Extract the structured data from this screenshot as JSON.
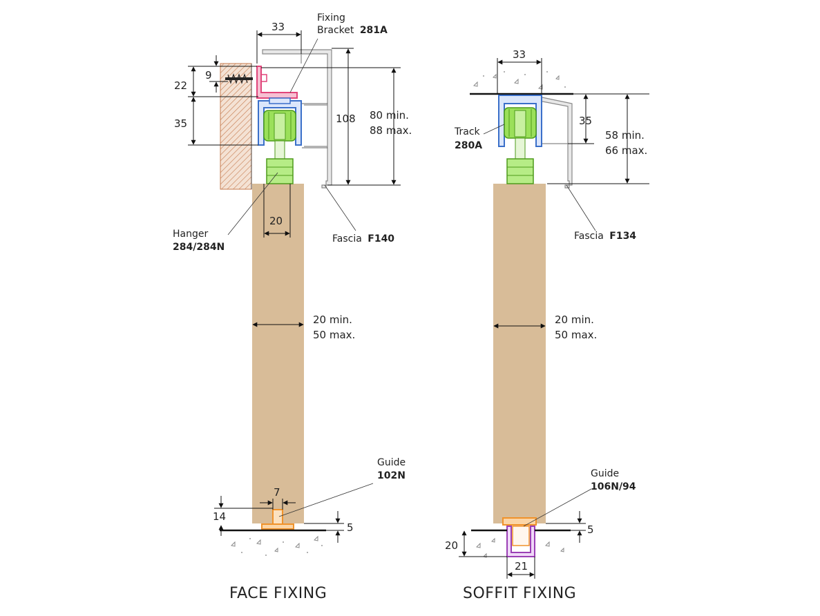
{
  "captions": {
    "face": "FACE FIXING",
    "soffit": "SOFFIT FIXING"
  },
  "face": {
    "bracket_label": "Fixing",
    "bracket_label2": "Bracket",
    "bracket_code": "281A",
    "hanger_label": "Hanger",
    "hanger_code": "284/284N",
    "fascia_label": "Fascia",
    "fascia_code": "F140",
    "guide_label": "Guide",
    "guide_code": "102N",
    "dims": {
      "top_width": "33",
      "screw": "9",
      "upper": "22",
      "track": "35",
      "fascia_height": "108",
      "door_gap_min": "80 min.",
      "door_gap_max": "88 max.",
      "hanger_width": "20",
      "door_min": "20 min.",
      "door_max": "50 max.",
      "guide_width": "7",
      "guide_height": "14",
      "floor_gap": "5"
    }
  },
  "soffit": {
    "track_label": "Track",
    "track_code": "280A",
    "fascia_label": "Fascia",
    "fascia_code": "F134",
    "guide_label": "Guide",
    "guide_code": "106N/94",
    "dims": {
      "top_width": "33",
      "track": "35",
      "gap_min": "58 min.",
      "gap_max": "66 max.",
      "door_min": "20 min.",
      "door_max": "50 max.",
      "floor_gap": "5",
      "channel_depth": "20",
      "channel_width": "21"
    }
  },
  "colors": {
    "door": "#d8bc98",
    "wall": "#c67b4e",
    "bracket": "#e0457a",
    "track": "#3a6fc9",
    "hanger": "#7fd13b",
    "guide": "#f0922a",
    "channel": "#9b3fb5",
    "fascia": "#9a9a9a"
  }
}
